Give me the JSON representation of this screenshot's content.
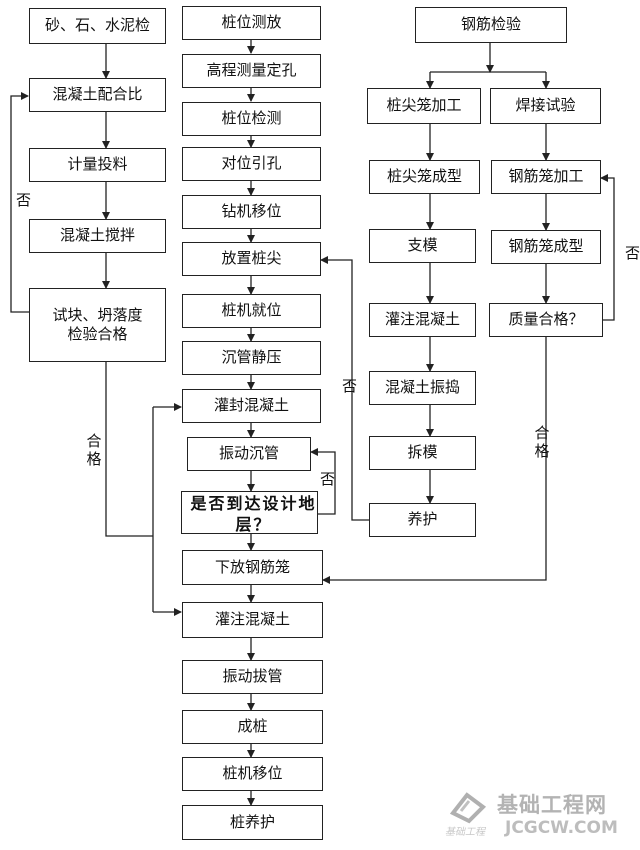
{
  "left": {
    "sand": "砂、石、水泥检",
    "mix_ratio": "混凝土配合比",
    "metering": "计量投料",
    "stirring": "混凝土搅拌",
    "test": "试块、坍落度检验合格",
    "no": "否",
    "pass": "合格"
  },
  "center": {
    "pile_survey": "桩位测放",
    "elevation": "高程测量定孔",
    "pile_check": "桩位检测",
    "align_hole": "对位引孔",
    "drill_move": "钻机移位",
    "place_tip": "放置桩尖",
    "machine_pos": "桩机就位",
    "sink_press": "沉管静压",
    "seal_pour": "灌封混凝土",
    "vibrate_sink": "振动沉管",
    "reach_design": "是否到达设计地层？",
    "no": "否",
    "lower_cage": "下放钢筋笼",
    "pour": "灌注混凝土",
    "vibrate_pull": "振动拔管",
    "form_pile": "成桩",
    "machine_move": "桩机移位",
    "curing": "桩养护"
  },
  "right": {
    "rebar_check": "钢筋检验",
    "tip_cage_proc": "桩尖笼加工",
    "weld_test": "焊接试验",
    "tip_cage_form": "桩尖笼成型",
    "cage_proc": "钢筋笼加工",
    "formwork": "支模",
    "cage_form": "钢筋笼成型",
    "pour": "灌注混凝土",
    "quality": "质量合格？",
    "vibrate": "混凝土振捣",
    "demold": "拆模",
    "curing": "养护",
    "no_left": "否",
    "no_right": "否",
    "pass": "合格"
  },
  "watermark": {
    "name": "基础工程网",
    "url": "JCGCW.COM",
    "slogan": "基础工程"
  }
}
